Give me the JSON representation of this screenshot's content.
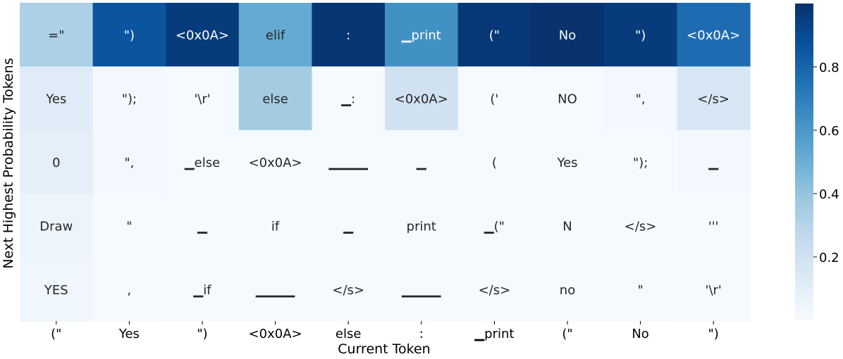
{
  "chart_data": {
    "type": "heatmap",
    "xlabel": "Current Token",
    "ylabel": "Next Highest Probability Tokens",
    "x_categories": [
      "(\"",
      "Yes",
      "\")",
      "<0x0A>",
      "else",
      ":",
      "▁print",
      "(\"",
      "No",
      "\")"
    ],
    "rows": [
      {
        "tokens": [
          "=\"",
          "\")",
          "<0x0A>",
          "elif",
          ":",
          "▁print",
          "(\"",
          "No",
          "\")",
          "<0x0A>"
        ],
        "values": [
          0.33,
          0.86,
          0.96,
          0.52,
          0.98,
          0.63,
          0.97,
          0.99,
          0.96,
          0.77
        ]
      },
      {
        "tokens": [
          "Yes",
          "\");",
          "'\\r'",
          "else",
          "▁:",
          "<0x0A>",
          "('",
          "NO",
          "\",",
          "</s>"
        ],
        "values": [
          0.12,
          0.02,
          0.01,
          0.36,
          0.01,
          0.2,
          0.01,
          0.01,
          0.02,
          0.16
        ]
      },
      {
        "tokens": [
          "0",
          "\",",
          "▁else",
          "<0x0A>",
          "▁▁▁▁",
          "▁",
          "(",
          "Yes",
          "\");",
          "▁"
        ],
        "values": [
          0.09,
          0.02,
          0.01,
          0.01,
          0.005,
          0.01,
          0.005,
          0.005,
          0.01,
          0.02
        ]
      },
      {
        "tokens": [
          "Draw",
          "\"",
          "▁",
          "if",
          "▁",
          "print",
          "▁(\"",
          "N",
          "</s>",
          "'''"
        ],
        "values": [
          0.05,
          0.01,
          0.005,
          0.005,
          0.005,
          0.005,
          0.005,
          0.005,
          0.005,
          0.01
        ]
      },
      {
        "tokens": [
          "YES",
          ",",
          "▁if",
          "▁▁▁▁",
          "</s>",
          "▁▁▁▁",
          "</s>",
          "no",
          "\"",
          "'\\r'"
        ],
        "values": [
          0.04,
          0.01,
          0.005,
          0.005,
          0.005,
          0.005,
          0.005,
          0.005,
          0.005,
          0.01
        ]
      }
    ],
    "colorbar": {
      "colormap": "Blues",
      "min": 0.0,
      "max": 1.0,
      "ticks": [
        0.2,
        0.4,
        0.6,
        0.8
      ],
      "tick_labels": [
        "0.2",
        "0.4",
        "0.6",
        "0.8"
      ]
    },
    "grid": false
  }
}
